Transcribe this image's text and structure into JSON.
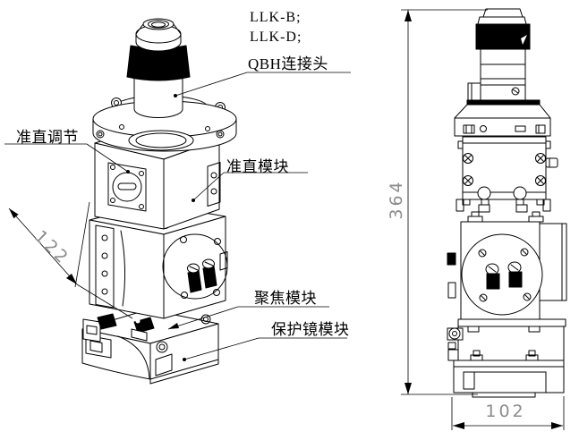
{
  "colors": {
    "background": "#ffffff",
    "line": "#000000",
    "dimension_text": "#8c8c8c"
  },
  "callouts": {
    "model_line1": "LLK-B;",
    "model_line2": "LLK-D;",
    "qbh_connector": "QBH连接头",
    "collimation_adjust": "准直调节",
    "collimation_module": "准直模块",
    "focus_module": "聚焦模块",
    "protective_lens_module": "保护镜模块"
  },
  "dimensions": {
    "collimation_width": "122",
    "overall_height": "364",
    "base_width": "102"
  }
}
